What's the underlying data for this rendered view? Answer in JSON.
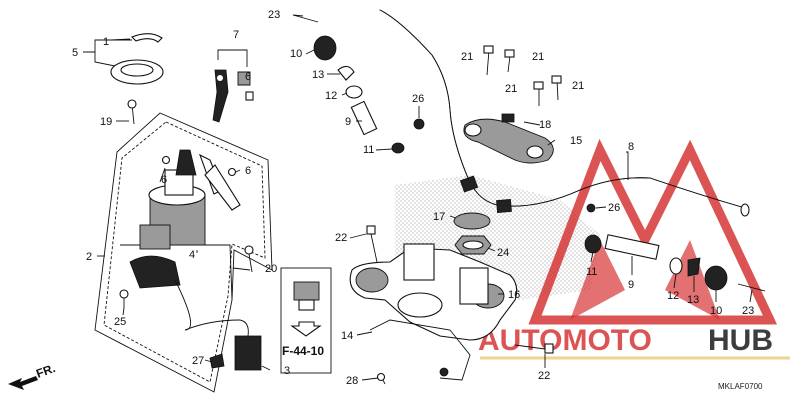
{
  "diagram": {
    "callouts": {
      "c1": "1",
      "c2": "2",
      "c3": "3",
      "c4": "4",
      "c5": "5",
      "c6a": "6",
      "c6b": "6",
      "c6c": "6",
      "c7": "7",
      "c8": "8",
      "c9a": "9",
      "c9b": "9",
      "c10a": "10",
      "c10b": "10",
      "c11a": "11",
      "c11b": "11",
      "c12a": "12",
      "c12b": "12",
      "c13a": "13",
      "c13b": "13",
      "c14": "14",
      "c15": "15",
      "c16": "16",
      "c17": "17",
      "c18": "18",
      "c19": "19",
      "c20": "20",
      "c21a": "21",
      "c21b": "21",
      "c21c": "21",
      "c21d": "21",
      "c22a": "22",
      "c22b": "22",
      "c23a": "23",
      "c23b": "23",
      "c24": "24",
      "c25": "25",
      "c26a": "26",
      "c26b": "26",
      "c27": "27",
      "c28": "28"
    },
    "ref_page": "F-44-10",
    "front_arrow": "FR.",
    "diagram_code": "MKLAF0700"
  },
  "watermark": {
    "text_red": "AUTOMOTO",
    "text_dark": "HUB",
    "red": "#d42a2a",
    "gold": "#e0b43a",
    "dark": "#333333"
  }
}
